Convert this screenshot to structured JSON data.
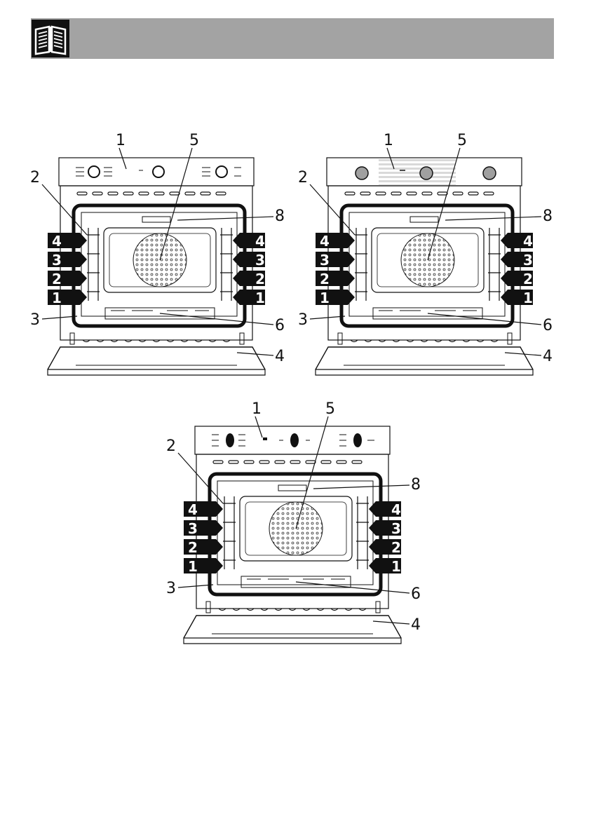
{
  "colors": {
    "header_bar": "#a3a3a3",
    "ink": "#111111",
    "level_badge": "#111111",
    "panel_stripes": "#d9d9d9",
    "knob": "#a0a0a0"
  },
  "header": {
    "icon": "open-book-icon"
  },
  "diagrams": [
    {
      "id": "oven-a",
      "panel_style": "plain",
      "callouts": {
        "c1": "1",
        "c2": "2",
        "c3": "3",
        "c4": "4",
        "c5": "5",
        "c6": "6",
        "c8": "8"
      },
      "levels": [
        "4",
        "3",
        "2",
        "1"
      ]
    },
    {
      "id": "oven-b",
      "panel_style": "striped",
      "callouts": {
        "c1": "1",
        "c2": "2",
        "c3": "3",
        "c4": "4",
        "c5": "5",
        "c6": "6",
        "c8": "8"
      },
      "levels": [
        "4",
        "3",
        "2",
        "1"
      ]
    },
    {
      "id": "oven-c",
      "panel_style": "plain",
      "callouts": {
        "c1": "1",
        "c2": "2",
        "c3": "3",
        "c4": "4",
        "c5": "5",
        "c6": "6",
        "c8": "8"
      },
      "levels": [
        "4",
        "3",
        "2",
        "1"
      ]
    }
  ]
}
